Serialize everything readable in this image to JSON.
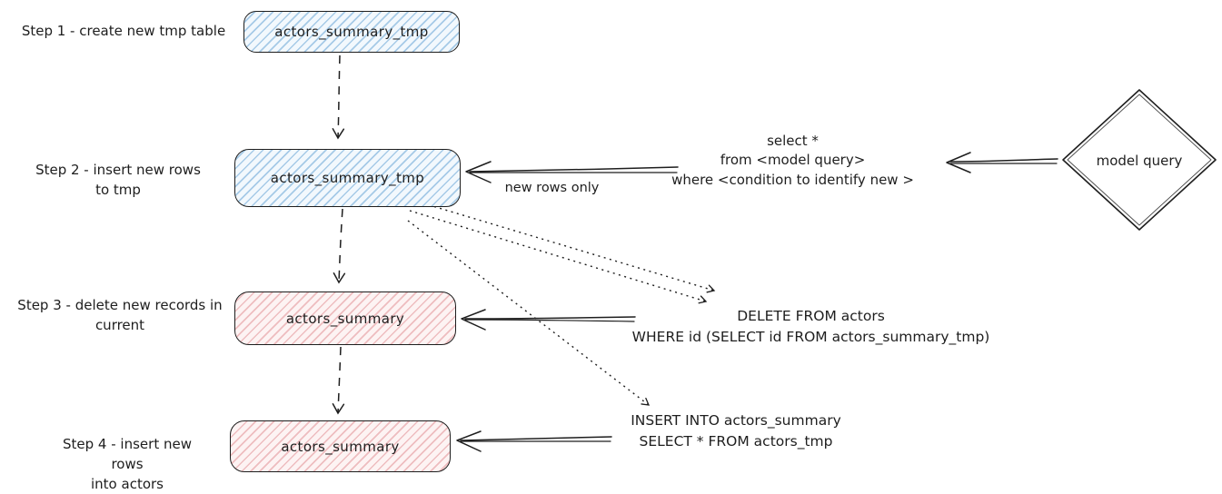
{
  "steps": [
    {
      "label": "Step 1 - create new tmp table",
      "node_label": "actors_summary_tmp"
    },
    {
      "label": "Step 2 - insert new rows\nto tmp",
      "node_label": "actors_summary_tmp"
    },
    {
      "label": "Step 3 - delete new records in\ncurrent",
      "node_label": "actors_summary"
    },
    {
      "label": "Step 4 - insert new rows\ninto actors",
      "node_label": "actors_summary"
    }
  ],
  "model_query_node": {
    "label": "model query"
  },
  "annotations": {
    "select_query": "select *\nfrom <model query>\nwhere <condition to identify new >",
    "new_rows_only": "new rows only",
    "delete_query": "DELETE FROM actors\nWHERE id (SELECT id FROM actors_summary_tmp)",
    "insert_query": "INSERT INTO actors_summary\nSELECT * FROM actors_tmp"
  },
  "colors": {
    "tmp_table_fill": "#f2f8fd",
    "tmp_table_hatch": "#7db2db",
    "actors_table_fill": "#fdf3f3",
    "actors_table_hatch": "#e4999d",
    "stroke": "#1e1e1e",
    "background": "#ffffff"
  }
}
